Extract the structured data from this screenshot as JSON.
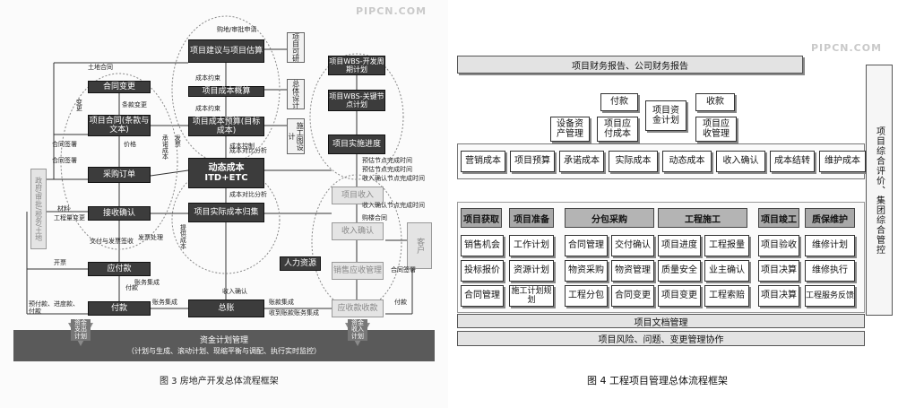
{
  "figure3": {
    "watermark": "PIPCN.COM",
    "caption": "图 3   房地产开发总体流程框架",
    "top_label": "购地/审批申请",
    "land_contract": "土地合同",
    "dark_center": [
      {
        "id": "estimate",
        "text": "项目建议与项目估算"
      },
      {
        "id": "budget_approx",
        "text": "项目成本概算"
      },
      {
        "id": "budget",
        "text": "项目成本预算(目标成本)"
      },
      {
        "id": "dynamic",
        "text": "动态成本 ITD+ETC"
      },
      {
        "id": "actual",
        "text": "项目实际成本归集"
      },
      {
        "id": "general_ledger",
        "text": "总账"
      }
    ],
    "dark_left": [
      {
        "id": "contract_change",
        "text": "合同变更"
      },
      {
        "id": "contract",
        "text": "项目合同(条款与文本)"
      },
      {
        "id": "po",
        "text": "采购订单"
      },
      {
        "id": "receipt",
        "text": "接收确认"
      },
      {
        "id": "payable",
        "text": "应付款"
      },
      {
        "id": "payment",
        "text": "付款"
      }
    ],
    "light_center_right": [
      {
        "id": "project_approval",
        "text": "项目可研"
      },
      {
        "id": "total_design",
        "text": "总体设计"
      },
      {
        "id": "construction_design",
        "text": "施工图设计"
      },
      {
        "id": "hr",
        "text": "人力资源"
      }
    ],
    "dark_right": [
      {
        "id": "wbs_dev",
        "text": "项目WBS-开发周期计划"
      },
      {
        "id": "wbs_key",
        "text": "项目WBS-关键节点计划"
      },
      {
        "id": "progress",
        "text": "项目实施进度"
      }
    ],
    "ghost_right": [
      {
        "id": "ghost1",
        "text": "项目收入"
      },
      {
        "id": "ghost2",
        "text": "收入确认"
      },
      {
        "id": "ghost3",
        "text": "销售应收管理"
      },
      {
        "id": "ghost4",
        "text": "应收款收款"
      },
      {
        "id": "customer",
        "text": "客户"
      }
    ],
    "left_vertical": "政府/审批/税务/土地",
    "labels": [
      "成本约束",
      "成本约束",
      "成本控制",
      "成本对比分析",
      "成本对比分析",
      "合同签署",
      "合同签署",
      "条款变更",
      "变更",
      "价格",
      "承诺成本",
      "发票",
      "材料",
      "工程量变更",
      "发票处理",
      "交付与发票签收",
      "开票",
      "付款",
      "账务集成",
      "账务集成",
      "账款集成",
      "收入确认",
      "收到账款账务集成",
      "预估节点完成时间",
      "预估节点完成时间",
      "收入确认节点完成时间",
      "收入确认节点完成时间",
      "购楼合同",
      "合同签署",
      "付款",
      "预付款、进度款、付款",
      "提供成本"
    ],
    "strip_title": "资金计划管理",
    "strip_sub": "（计划与生成、滚动计划、现缩平衡与调配、执行实时监控）",
    "arrow_left": "资金支出计划",
    "arrow_right": "资金收入计划"
  },
  "figure4": {
    "watermark": "PIPCN.COM",
    "caption": "图 4   工程项目管理总体流程框架",
    "top_bar": "项目财务报告、公司财务报告",
    "payment": "付款",
    "fund_plan": "项目资金计划",
    "collection": "收款",
    "equipment": "设备资产管理",
    "payable": "项目应付成本",
    "receivable": "项目应收管理",
    "cost_row": [
      "营销成本",
      "项目预算",
      "承诺成本",
      "实际成本",
      "动态成本",
      "收入确认",
      "成本结转",
      "维护成本"
    ],
    "phases": [
      "项目获取",
      "项目准备",
      "分包采购",
      "工程施工",
      "项目竣工",
      "质保维护"
    ],
    "grid_rows": [
      [
        "销售机会",
        "工作计划",
        "合同管理",
        "交付确认",
        "项目进度",
        "工程报量",
        "项目验收",
        "维修计划"
      ],
      [
        "投标报价",
        "资源计划",
        "物资采购",
        "物资管理",
        "质量安全",
        "业主确认",
        "项目决算",
        "维修执行"
      ],
      [
        "合同管理",
        "施工计划规划",
        "工程分包",
        "合同变更",
        "项目变更",
        "工程索赔",
        "项目决算",
        "工程服务反馈"
      ]
    ],
    "doc_bar": "项目文档管理",
    "risk_bar": "项目风险、问题、变更管理协作",
    "side_label": "项目综合评价、集团综合管控"
  }
}
